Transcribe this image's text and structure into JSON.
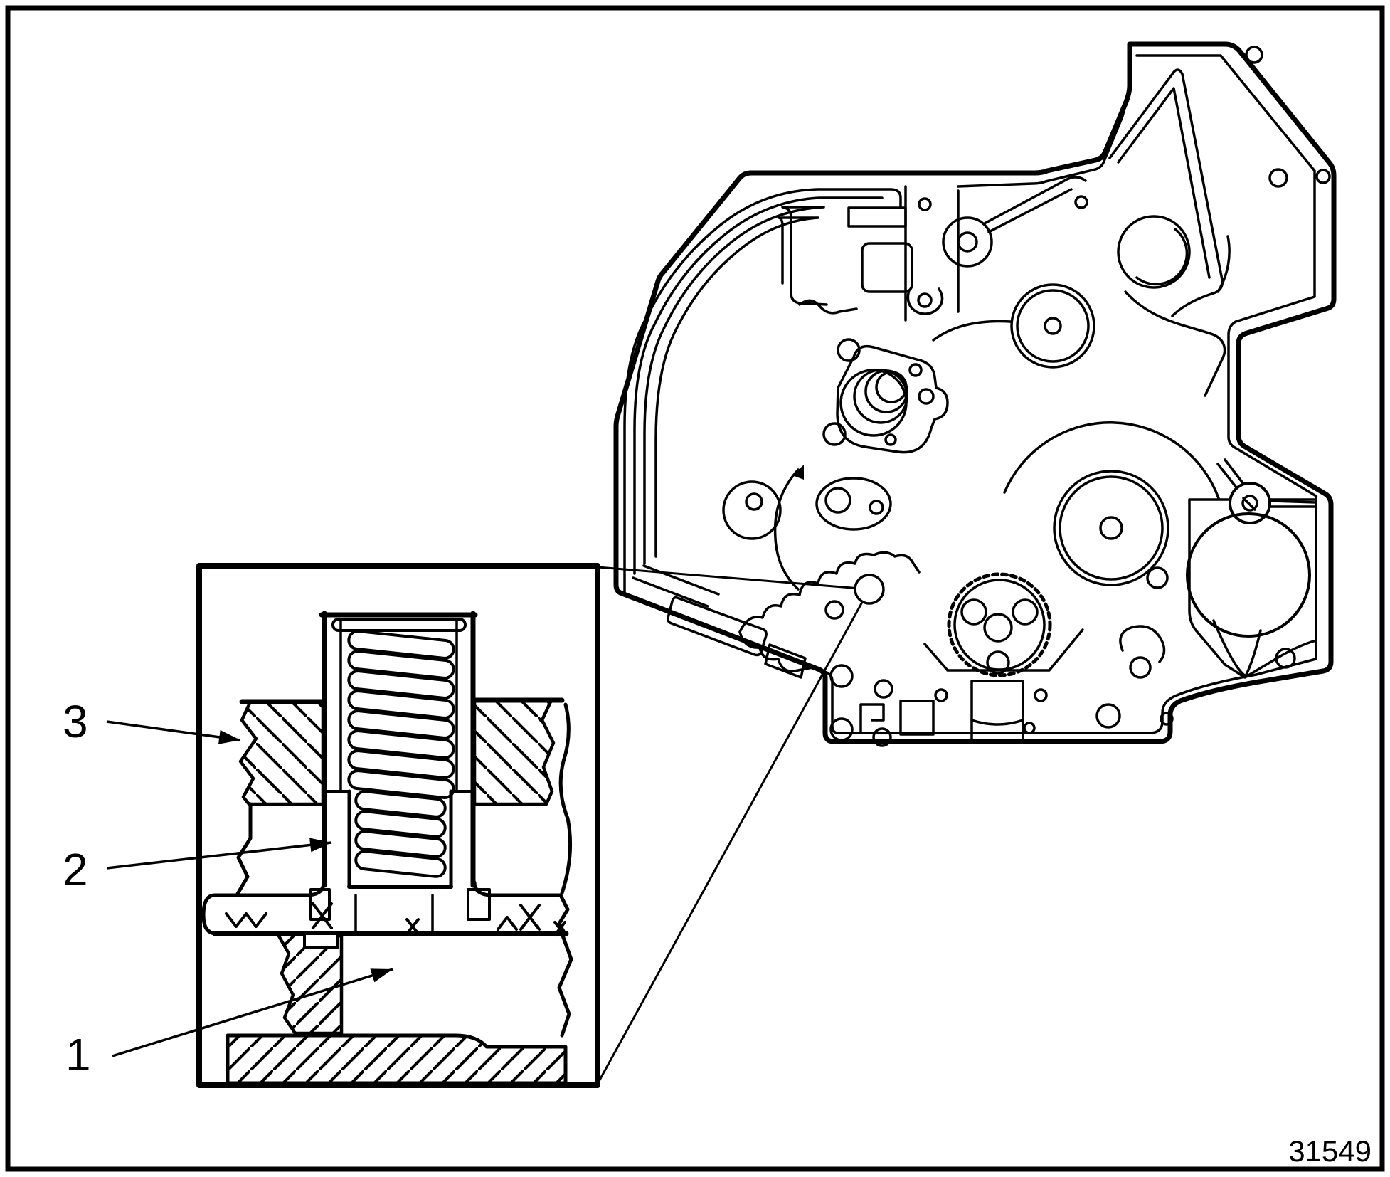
{
  "figure": {
    "number": "31549"
  },
  "callouts": {
    "item1": {
      "label": "1",
      "target": "cavity below spring seat"
    },
    "item2": {
      "label": "2",
      "target": "coil spring"
    },
    "item3": {
      "label": "3",
      "target": "housing wall section"
    }
  },
  "colors": {
    "ink": "#000000",
    "paper": "#ffffff"
  }
}
